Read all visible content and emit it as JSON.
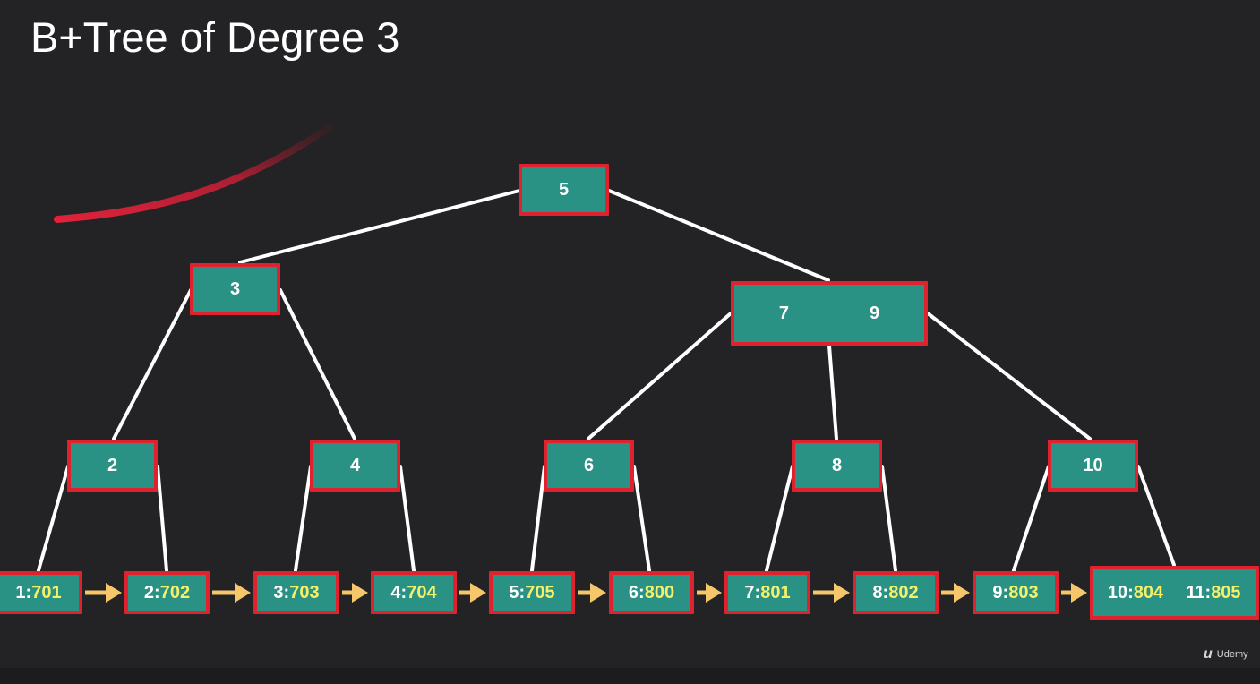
{
  "title": "B+Tree of Degree 3",
  "brand": {
    "icon": "udemy-logo-icon",
    "label": "Udemy"
  },
  "colors": {
    "background": "#232224",
    "node_fill": "#2a9185",
    "node_border": "#e0222f",
    "edge": "#ffffff",
    "leaf_arrow": "#f5c76a",
    "leaf_value_text": "#f4f06a",
    "key_text": "#ffffff",
    "annotation_stroke": "#e0223a"
  },
  "tree": {
    "root": {
      "keys": [
        "5"
      ]
    },
    "level1": [
      {
        "keys": [
          "3"
        ]
      },
      {
        "keys": [
          "7",
          "9"
        ]
      }
    ],
    "level2": [
      {
        "keys": [
          "2"
        ]
      },
      {
        "keys": [
          "4"
        ]
      },
      {
        "keys": [
          "6"
        ]
      },
      {
        "keys": [
          "8"
        ]
      },
      {
        "keys": [
          "10"
        ]
      }
    ],
    "leaves": [
      {
        "entries": [
          {
            "key": "1",
            "value": "701"
          }
        ]
      },
      {
        "entries": [
          {
            "key": "2",
            "value": "702"
          }
        ]
      },
      {
        "entries": [
          {
            "key": "3",
            "value": "703"
          }
        ]
      },
      {
        "entries": [
          {
            "key": "4",
            "value": "704"
          }
        ]
      },
      {
        "entries": [
          {
            "key": "5",
            "value": "705"
          }
        ]
      },
      {
        "entries": [
          {
            "key": "6",
            "value": "800"
          }
        ]
      },
      {
        "entries": [
          {
            "key": "7",
            "value": "801"
          }
        ]
      },
      {
        "entries": [
          {
            "key": "8",
            "value": "802"
          }
        ]
      },
      {
        "entries": [
          {
            "key": "9",
            "value": "803"
          }
        ]
      },
      {
        "entries": [
          {
            "key": "10",
            "value": "804"
          },
          {
            "key": "11",
            "value": "805"
          }
        ]
      }
    ]
  }
}
